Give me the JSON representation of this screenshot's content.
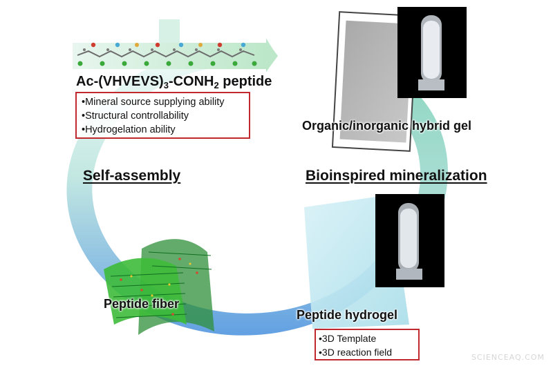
{
  "peptide": {
    "title_prefix": "Ac-(VHVEVS)",
    "title_subscript": "3",
    "title_middle": "-CONH",
    "title_subscript2": "2",
    "title_suffix": " peptide",
    "properties": [
      "•Mineral source supplying ability",
      "•Structural controllability",
      "•Hydrogelation ability"
    ]
  },
  "stages": {
    "self_assembly": "Self-assembly",
    "mineralization": "Bioinspired mineralization",
    "hybrid_gel": "Organic/inorganic hybrid gel",
    "fiber": "Peptide fiber",
    "hydrogel": "Peptide hydrogel"
  },
  "hydrogel_functions": [
    "•3D Template",
    "•3D reaction field"
  ],
  "watermark": "SCIENCEAQ.COM",
  "colors": {
    "cycle_arrow_light": "#e3f6f2",
    "cycle_arrow_mid": "#86c9c9",
    "cycle_arrow_dark": "#4f90d8",
    "box_border": "#c0282d",
    "fiber_green": "#3dbb3a"
  }
}
